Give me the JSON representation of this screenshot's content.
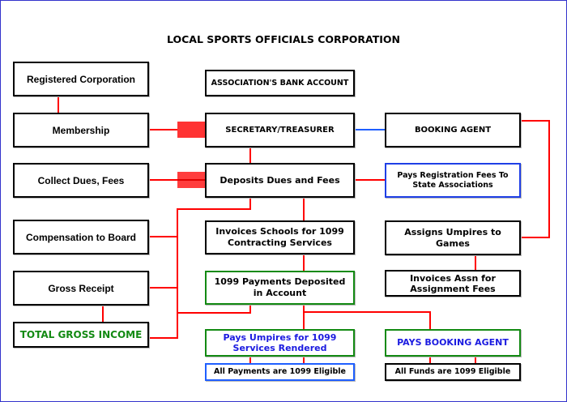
{
  "title": "LOCAL SPORTS OFFICIALS CORPORATION",
  "colors": {
    "frame": "#3333cc",
    "connector": "#ff0000",
    "connector_blue": "#1f5fff",
    "green_border": "#138a13",
    "blue_border": "#1f3fe6",
    "green_text": "#138a13",
    "blue_text": "#1b1be0"
  },
  "nodes": {
    "registered_corporation": "Registered Corporation",
    "membership": "Membership",
    "collect_dues": "Collect Dues, Fees",
    "compensation_board": "Compensation to Board",
    "gross_receipt": "Gross Receipt",
    "total_gross_income": "TOTAL GROSS  INCOME",
    "bank_account": "ASSOCIATION'S BANK ACCOUNT",
    "secretary_treasurer": "SECRETARY/TREASURER",
    "deposits_dues": "Deposits Dues and Fees",
    "invoices_schools": "Invoices Schools for 1099 Contracting Services",
    "payments_deposited": "1099 Payments Deposited in Account",
    "pays_umpires": "Pays Umpires for 1099 Services Rendered",
    "all_payments_eligible": "All Payments are 1099 Eligible",
    "booking_agent": "BOOKING AGENT",
    "pays_registration": "Pays Registration Fees To State Associations",
    "assigns_umpires": "Assigns Umpires to  Games",
    "invoices_assn": "Invoices Assn for Assignment Fees",
    "pays_booking_agent": "PAYS BOOKING AGENT",
    "all_funds_eligible": "All Funds are 1099 Eligible"
  }
}
